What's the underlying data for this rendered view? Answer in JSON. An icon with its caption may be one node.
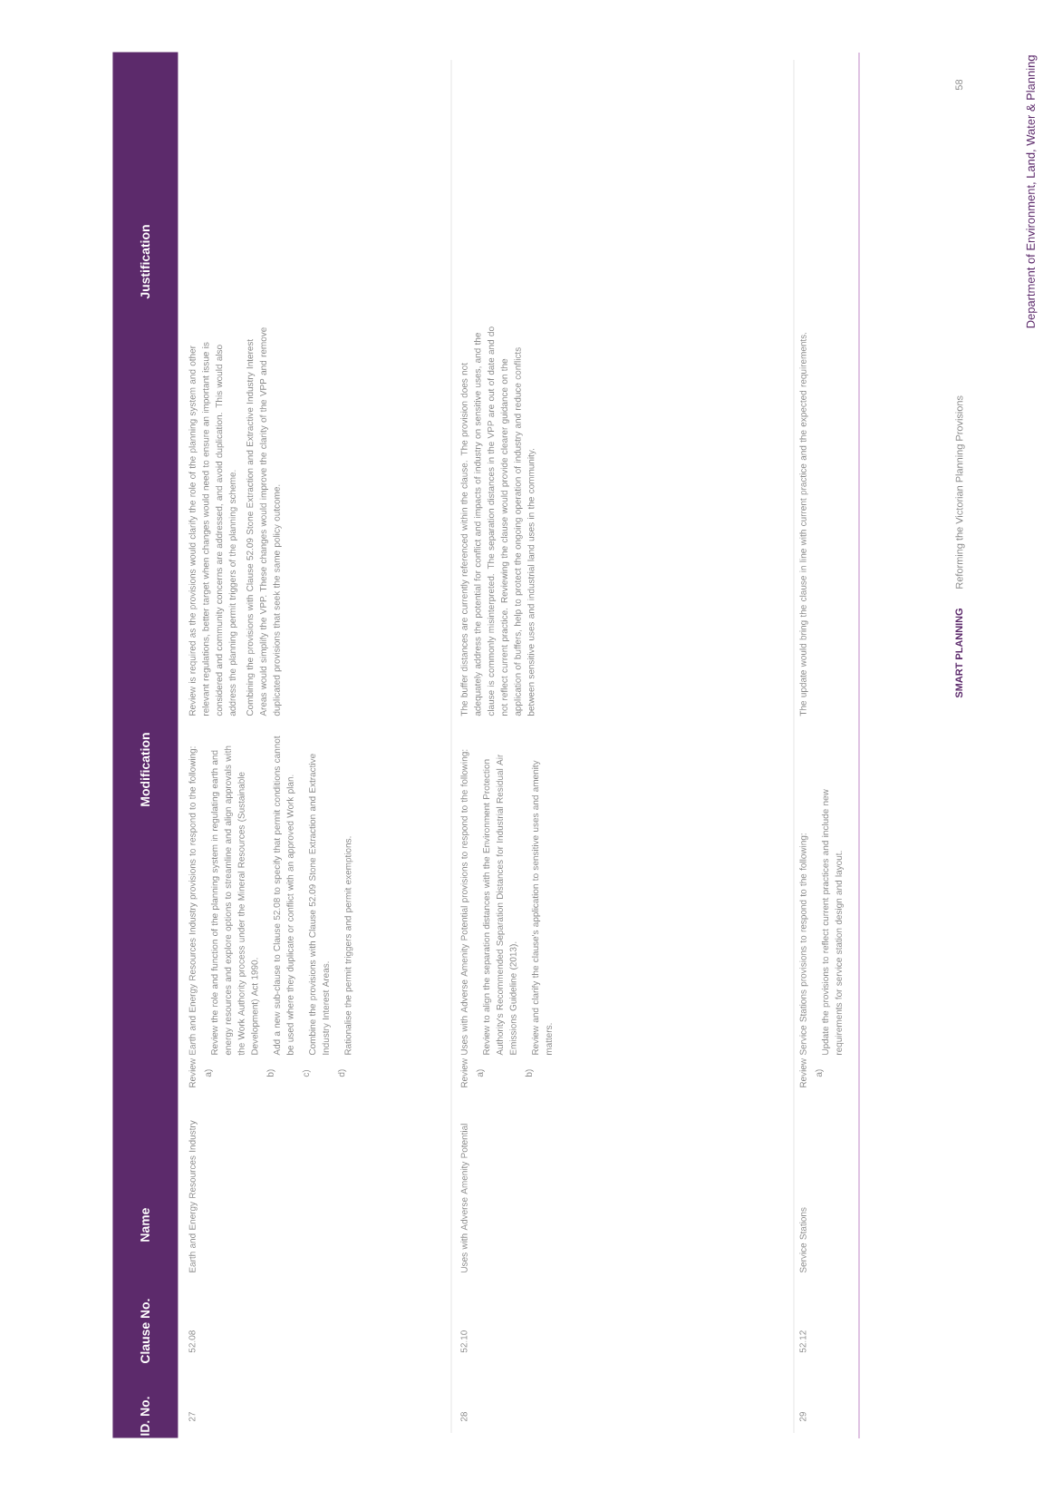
{
  "diagram": {
    "nodes": [
      {
        "text": [
          "ID. No.",
          "Clause No.",
          "Name",
          "Modification",
          "Justification"
        ]
      }
    ],
    "labels": [
      "Department of Environment, Land, Water & Planning",
      "27",
      "52.08",
      "Earth and Energy Resources Industry",
      "Review Earth and Energy Resources Industry provisions to respond to the following:",
      "a)",
      "Review the role and function of the planning system in regulating earth and energy resources and explore options to streamline and align approvals with the Work Authority process under the Mineral Resources (Sustainable Development) Act 1990.",
      "b)",
      "Add a new sub-clause to Clause 52.08 to specify that permit conditions cannot be used where they duplicate or conflict with an approved Work plan.",
      "c)",
      "Combine the provisions with Clause 52.09 Stone Extraction and Extractive Industry Interest Areas.",
      "d)",
      "Rationalise the permit triggers and permit exemptions.",
      "Review is required as the provisions would clarify the role of the planning system and other relevant regulations, better target when changes would need to ensure an important issue is considered and community concerns are addressed, and avoid duplication. This would also address the planning permit triggers of the planning scheme.",
      "Combining the provisions with Clause 52.09 Stone Extraction and Extractive Industry Interest Areas would simplify the VPP. These changes would improve the clarity of the VPP and remove duplicated provisions that seek the same policy outcome.",
      "28",
      "52.10",
      "Uses with Adverse Amenity Potential",
      "Review Uses with Adverse Amenity Potential provisions to respond to the following:",
      "a)",
      "Review to align the separation distances with the Environment Protection Authority's Recommended Separation Distances for Industrial Residual Air Emissions Guideline (2013).",
      "b)",
      "Review and clarify the clause's application to sensitive uses and amenity matters.",
      "The buffer distances are currently referenced within the clause. The provision does not adequately address the potential for conflict and impacts of industry on sensitive uses, and the clause is commonly misinterpreted. The separation distances in the VPP are out of date and do not reflect current practice. Reviewing the clause would provide clearer guidance on the application of buffers, help to protect the ongoing operation of industry and reduce conflicts between sensitive uses and industrial land uses in the community.",
      "29",
      "52.12",
      "Service Stations",
      "Review Service Stations provisions to respond to the following:",
      "a)",
      "Update the provisions to reflect current practices and include new requirements for service station design and layout.",
      "The update would bring the clause in line with current practice and the expected requirements.",
      "SMART PLANNING",
      "Reforming the Victorian Planning Provisions",
      "58"
    ]
  }
}
